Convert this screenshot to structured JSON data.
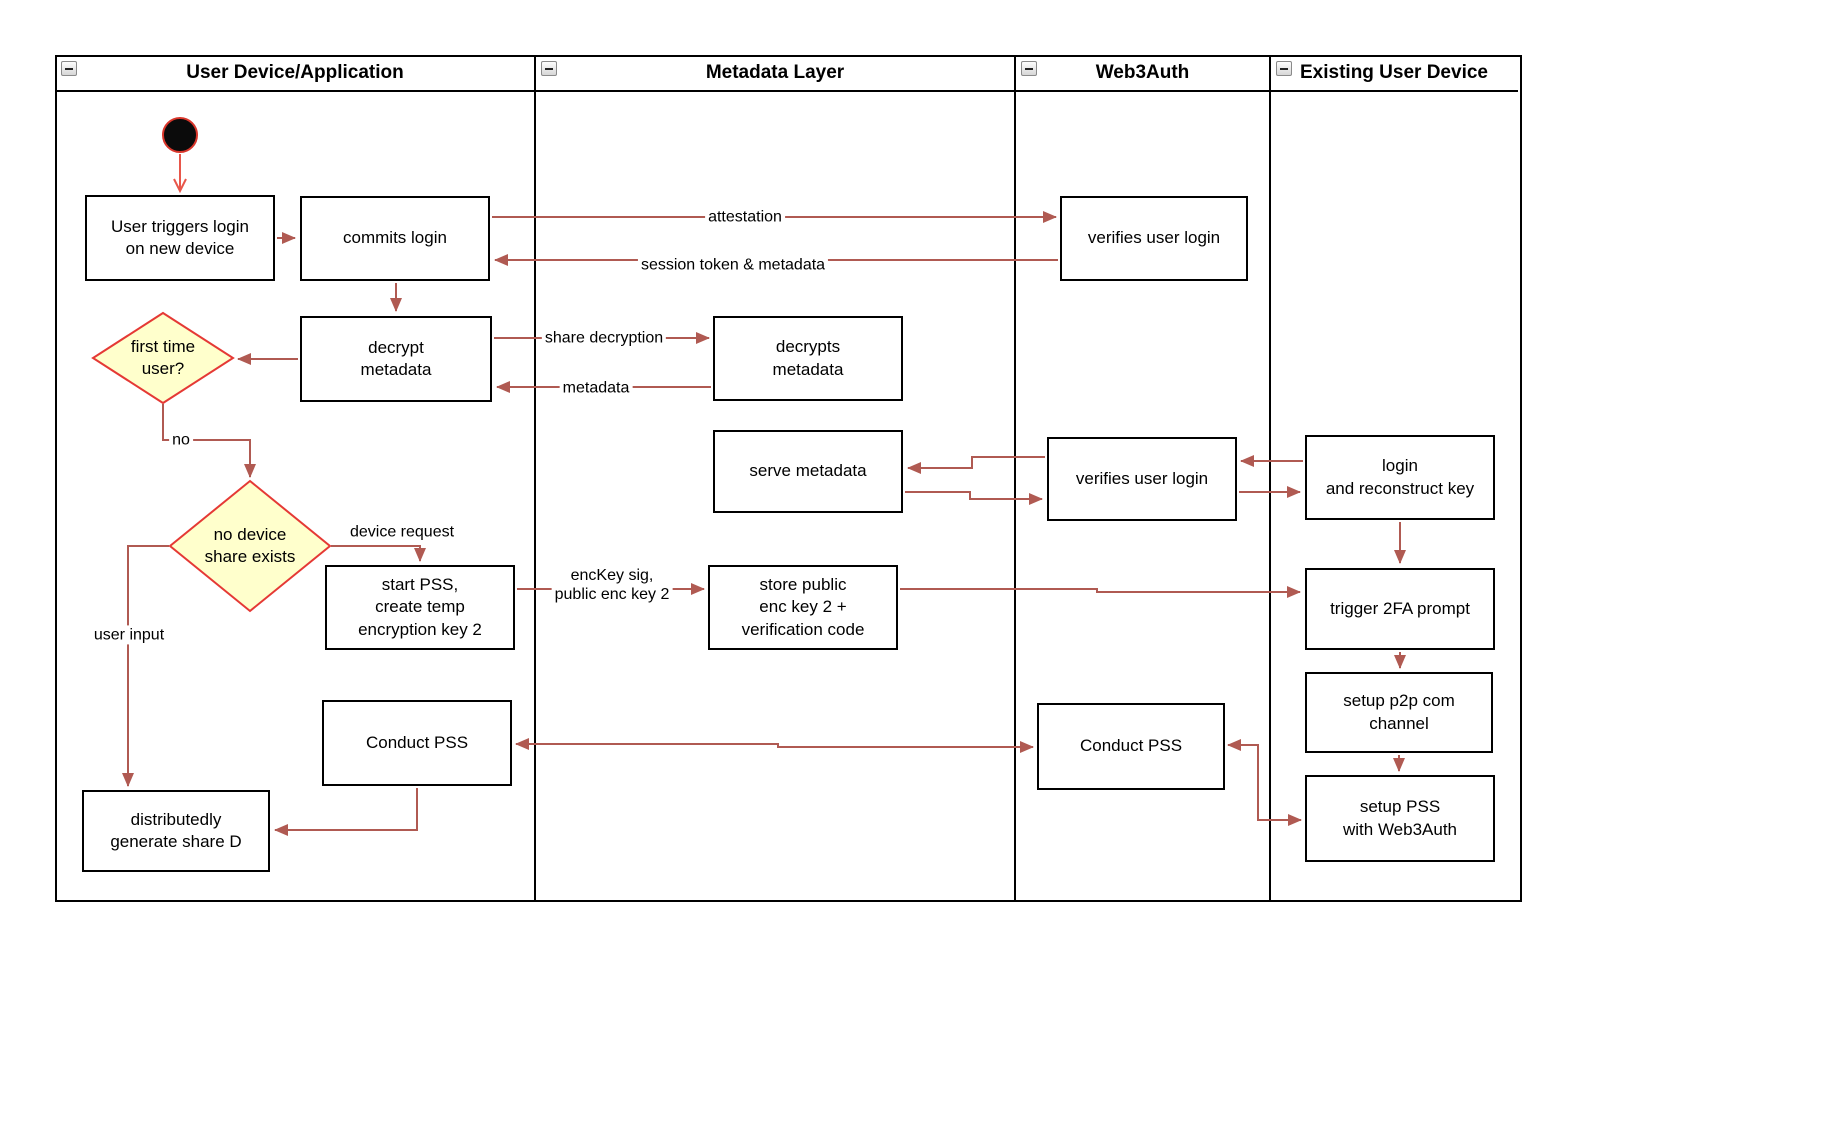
{
  "diagram": {
    "lanes": [
      {
        "title": "User Device/Application"
      },
      {
        "title": "Metadata Layer"
      },
      {
        "title": "Web3Auth"
      },
      {
        "title": "Existing User Device"
      }
    ],
    "nodes": {
      "user_triggers": "User triggers login\non new device",
      "commits_login": "commits login",
      "decrypt_metadata": "decrypt\nmetadata",
      "first_time_user": "first time\nuser?",
      "no_device_share": "no device\nshare exists",
      "start_pss": "start PSS,\ncreate temp\nencryption key 2",
      "conduct_pss_device": "Conduct PSS",
      "distributed_share": "distributedly\ngenerate share D",
      "decrypts_metadata": "decrypts\nmetadata",
      "serve_metadata": "serve metadata",
      "store_public": "store public\nenc key 2 +\nverification code",
      "verifies_login_1": "verifies user login",
      "verifies_login_2": "verifies user login",
      "conduct_pss_web3auth": "Conduct PSS",
      "login_reconstruct": "login\nand reconstruct key",
      "trigger_2fa": "trigger 2FA prompt",
      "setup_p2p": "setup p2p com\nchannel",
      "setup_pss": "setup PSS\nwith Web3Auth"
    },
    "edge_labels": {
      "attestation": "attestation",
      "session_token": "session token & metadata",
      "share_decryption": "share decryption",
      "metadata": "metadata",
      "no": "no",
      "device_request": "device request",
      "user_input": "user input",
      "enckey": "encKey sig,\npublic enc key 2"
    },
    "colors": {
      "arrow": "#b05a52",
      "start-arrow": "#e8564a",
      "start-fill": "#0b0b0b",
      "start-stroke": "#d9362b",
      "decision-fill": "#ffffcc",
      "decision-stroke": "#e53935",
      "node-border": "#000000",
      "lane-border": "#000000",
      "collapse-bg": "#d6d6d6",
      "collapse-border": "#8a8a8a"
    }
  }
}
